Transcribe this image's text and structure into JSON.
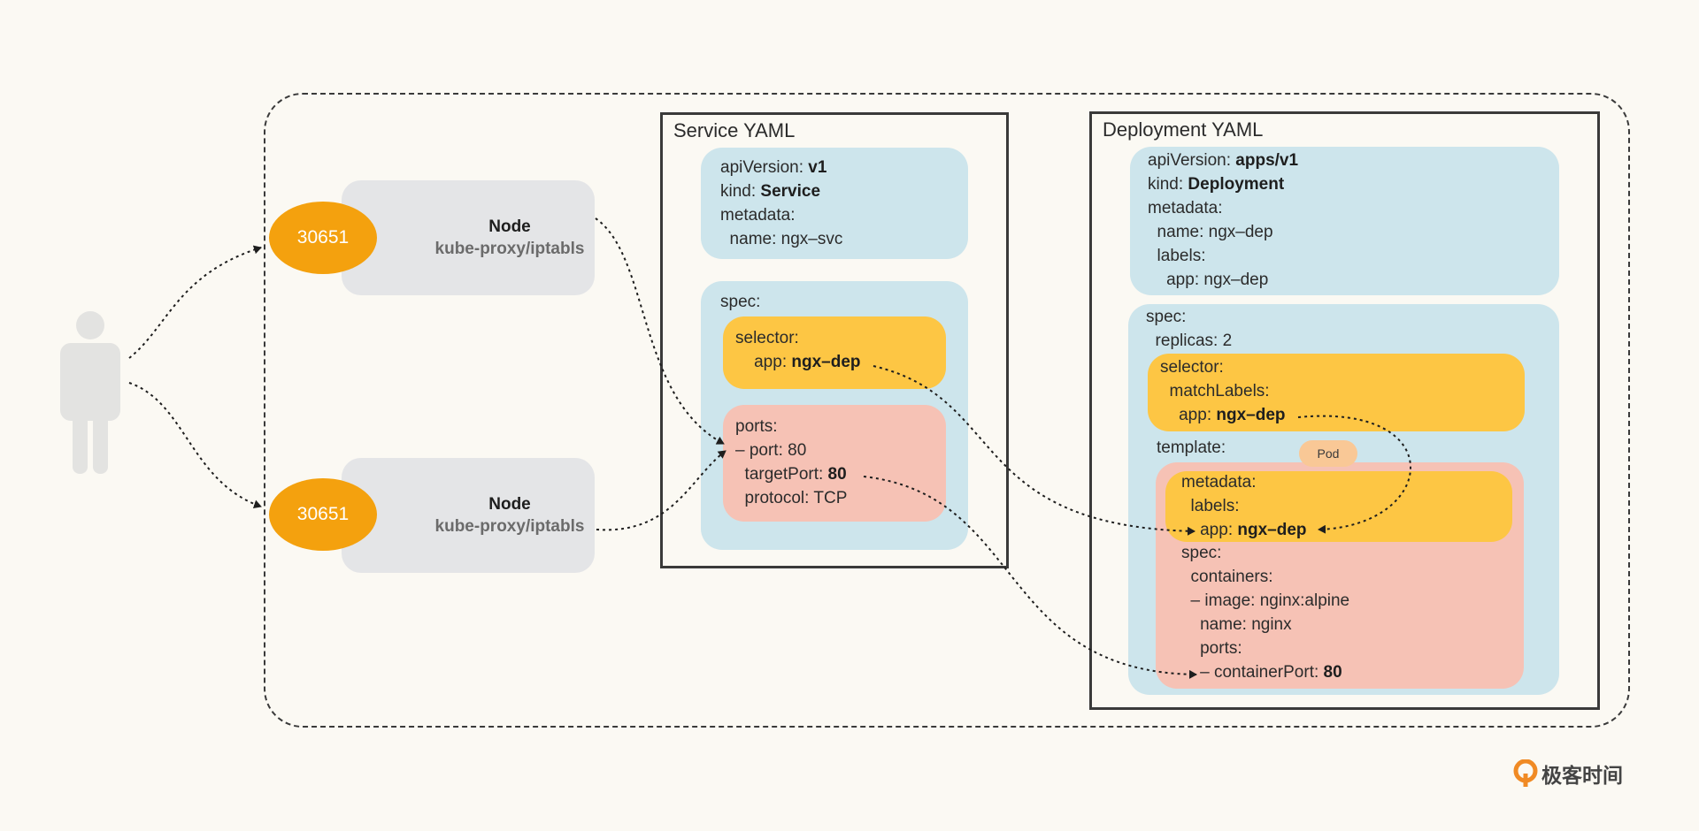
{
  "nodes": [
    {
      "port": "30651",
      "title": "Node",
      "subtitle": "kube-proxy/iptabls"
    },
    {
      "port": "30651",
      "title": "Node",
      "subtitle": "kube-proxy/iptabls"
    }
  ],
  "service": {
    "title": "Service YAML",
    "meta": [
      {
        "k": "apiVersion: ",
        "v": "v1"
      },
      {
        "k": "kind: ",
        "v": "Service"
      },
      {
        "k": "metadata:",
        "v": ""
      },
      {
        "k": "  name: ngx–svc",
        "v": ""
      }
    ],
    "spec_label": "spec:",
    "selector": [
      {
        "k": "selector:",
        "v": ""
      },
      {
        "k": "    app: ",
        "v": "ngx–dep"
      }
    ],
    "ports": [
      {
        "k": "ports:",
        "v": ""
      },
      {
        "k": "– port: 80",
        "v": ""
      },
      {
        "k": "  targetPort: ",
        "v": "80"
      },
      {
        "k": "  protocol: TCP",
        "v": ""
      }
    ]
  },
  "deployment": {
    "title": "Deployment YAML",
    "meta": [
      {
        "k": "apiVersion: ",
        "v": "apps/v1"
      },
      {
        "k": "kind: ",
        "v": "Deployment"
      },
      {
        "k": "metadata:",
        "v": ""
      },
      {
        "k": "  name: ngx–dep",
        "v": ""
      },
      {
        "k": "  labels:",
        "v": ""
      },
      {
        "k": "    app: ngx–dep",
        "v": ""
      }
    ],
    "spec_top": [
      {
        "k": "spec:",
        "v": ""
      },
      {
        "k": "  replicas: 2",
        "v": ""
      }
    ],
    "selector": [
      {
        "k": "selector:",
        "v": ""
      },
      {
        "k": "  matchLabels:",
        "v": ""
      },
      {
        "k": "    app: ",
        "v": "ngx–dep"
      }
    ],
    "template_label": "template:",
    "pod_badge": "Pod",
    "template_meta": [
      {
        "k": "metadata:",
        "v": ""
      },
      {
        "k": "  labels:",
        "v": ""
      },
      {
        "k": "    app: ",
        "v": "ngx–dep"
      }
    ],
    "template_spec": [
      {
        "k": "spec:",
        "v": ""
      },
      {
        "k": "  containers:",
        "v": ""
      },
      {
        "k": "  – image: nginx:alpine",
        "v": ""
      },
      {
        "k": "    name: nginx",
        "v": ""
      },
      {
        "k": "    ports:",
        "v": ""
      },
      {
        "k": "    – containerPort: ",
        "v": "80"
      }
    ]
  },
  "brand": {
    "name": "极客时间"
  },
  "colors": {
    "port": "#f4a10e",
    "node": "#e4e5e7",
    "blue": "#cde5ec",
    "yellow": "#fdc644",
    "pink": "#f6c2b5",
    "badge": "#f9c896",
    "brand": "#f08a24"
  }
}
